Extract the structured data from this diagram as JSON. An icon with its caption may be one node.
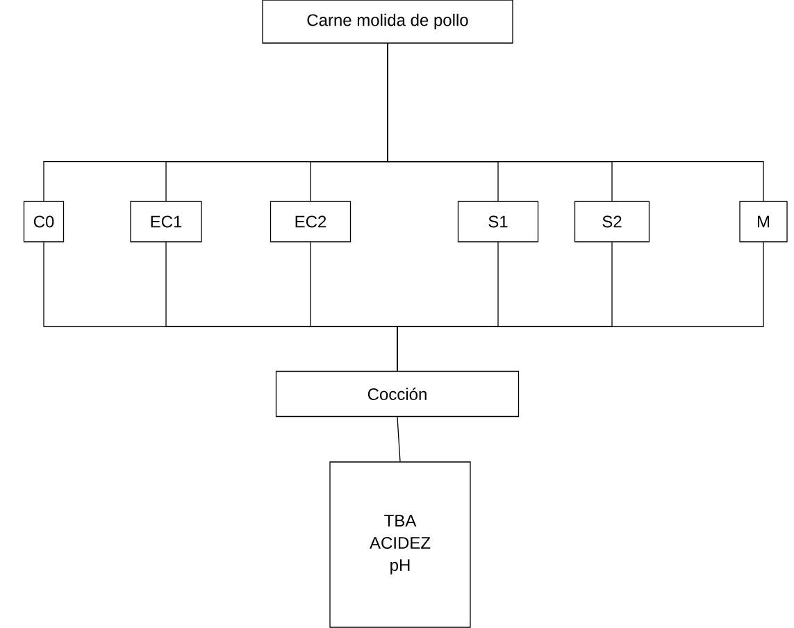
{
  "diagram": {
    "nodes": [
      {
        "text": [
          "Carne molida de pollo"
        ]
      },
      {
        "text": [
          "C0"
        ]
      },
      {
        "text": [
          "EC1"
        ]
      },
      {
        "text": [
          "EC2"
        ]
      },
      {
        "text": [
          "S1"
        ]
      },
      {
        "text": [
          "S2"
        ]
      },
      {
        "text": [
          "M"
        ]
      },
      {
        "text": [
          "Cocción"
        ]
      },
      {
        "text": [
          "TBA ACIDEZ pH"
        ]
      }
    ],
    "edges": [
      {
        "from": 0,
        "to": 1,
        "arrow": "none"
      },
      {
        "from": 0,
        "to": 2,
        "arrow": "none"
      },
      {
        "from": 0,
        "to": 3,
        "arrow": "none"
      },
      {
        "from": 0,
        "to": 4,
        "arrow": "none"
      },
      {
        "from": 0,
        "to": 5,
        "arrow": "none"
      },
      {
        "from": 0,
        "to": 6,
        "arrow": "none"
      },
      {
        "from": 1,
        "to": 7,
        "arrow": "none"
      },
      {
        "from": 2,
        "to": 7,
        "arrow": "none"
      },
      {
        "from": 3,
        "to": 7,
        "arrow": "none"
      },
      {
        "from": 4,
        "to": 7,
        "arrow": "none"
      },
      {
        "from": 5,
        "to": 7,
        "arrow": "none"
      },
      {
        "from": 6,
        "to": 7,
        "arrow": "none"
      },
      {
        "from": 7,
        "to": 8,
        "arrow": "none"
      }
    ]
  }
}
